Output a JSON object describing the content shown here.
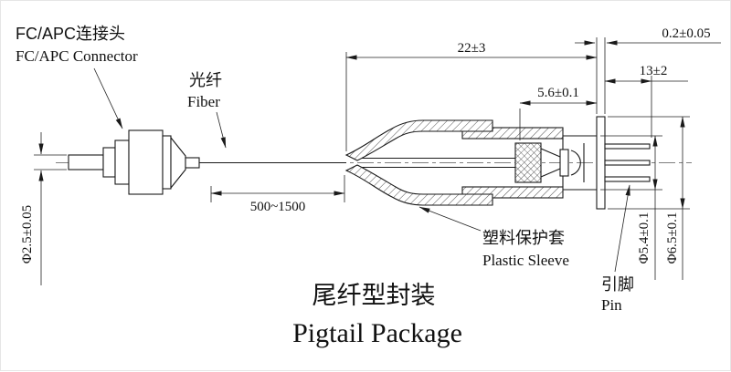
{
  "ink": "#1a1a1a",
  "labels": {
    "connector": {
      "cn": "FC/APC连接头",
      "en": "FC/APC Connector"
    },
    "fiber": {
      "cn": "光纤",
      "en": "Fiber"
    },
    "sleeve": {
      "cn": "塑料保护套",
      "en": "Plastic Sleeve"
    },
    "pin": {
      "cn": "引脚",
      "en": "Pin"
    }
  },
  "title": {
    "cn": "尾纤型封装",
    "en": "Pigtail Package"
  },
  "dimensions": {
    "package_length": "22±3",
    "flange_thickness": "0.2±0.05",
    "pin_length": "13±2",
    "cap_section": "5.6±0.1",
    "fiber_length": "500~1500",
    "ferrule_diameter": "Φ2.5±0.05",
    "cap_diameter": "Φ5.4±0.1",
    "flange_diameter": "Φ6.5±0.1"
  }
}
